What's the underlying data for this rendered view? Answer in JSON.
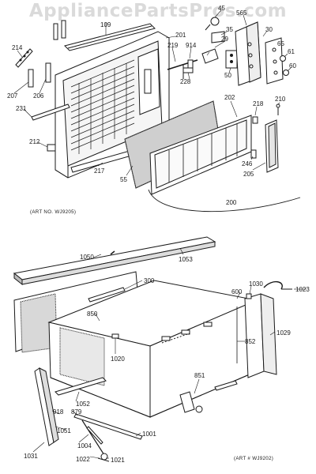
{
  "watermark": "AppliancePartsPros.com",
  "top_diagram": {
    "art_no": "(ART NO. WJ9205)",
    "callouts": {
      "p45": "45",
      "p565": "565",
      "p109": "109",
      "p201": "201",
      "p35": "35",
      "p30": "30",
      "p65": "65",
      "p214": "214",
      "p219": "219",
      "p914": "914",
      "p29": "29",
      "p61": "61",
      "p207": "207",
      "p206": "206",
      "p228": "228",
      "p50": "50",
      "p60": "60",
      "p231": "231",
      "p202": "202",
      "p218": "218",
      "p210": "210",
      "p212": "212",
      "p217": "217",
      "p55": "55",
      "p246": "246",
      "p205": "205",
      "p200": "200"
    }
  },
  "bottom_diagram": {
    "art_no": "(ART # WJ9202)",
    "callouts": {
      "p1050": "1050",
      "p1053": "1053",
      "p300": "300",
      "p1030": "1030",
      "p600": "600",
      "p1023": "1023",
      "p850": "850",
      "p1029": "1029",
      "p852": "852",
      "p1020": "1020",
      "p851": "851",
      "p1052": "1052",
      "p918": "918",
      "p879": "879",
      "p1051": "1051",
      "p1004": "1004",
      "p1001": "1001",
      "p1031": "1031",
      "p1022": "1022",
      "p1021": "1021"
    }
  }
}
